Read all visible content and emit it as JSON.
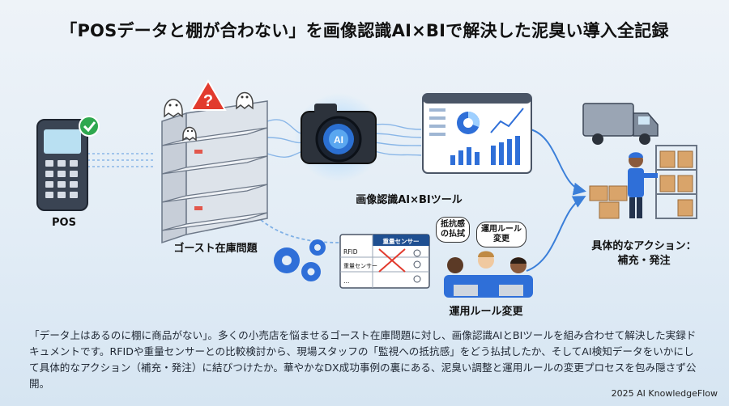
{
  "title": "「POSデータと棚が合わない」を画像認識AI×BIで解決した泥臭い導入全記録",
  "labels": {
    "pos": "POS",
    "ghost": "ゴースト在庫問題",
    "ai_bi": "画像認識AI×BIツール",
    "action_line1": "具体的なアクション：",
    "action_line2": "補充・発注",
    "rule_change": "運用ルール変更",
    "camera_ai": "AI"
  },
  "bubbles": {
    "resistance": "抵抗感\nの払拭",
    "rule_change": "運用ルール\n変更"
  },
  "comparison_table": {
    "header": "重量センサー",
    "rows": [
      "RFID",
      "重量センサー",
      "…"
    ]
  },
  "description": "「データ上はあるのに棚に商品がない」。多くの小売店を悩ませるゴースト在庫問題に対し、画像認識AIとBIツールを組み合わせて解決した実録ドキュメントです。RFIDや重量センサーとの比較検討から、現場スタッフの「監視への抵抗感」をどう払拭したか、そしてAI検知データをいかにして具体的なアクション（補充・発注）に結びつけたか。華やかなDX成功事例の裏にある、泥臭い調整と運用ルールの変更プロセスを包み隠さず公開。",
  "credit": "2025 AI KnowledgeFlow",
  "colors": {
    "accent_red": "#e23b2e",
    "check_green": "#2fa84f",
    "ai_blue": "#2f6fd8",
    "flow_blue": "#3b7fd9"
  }
}
